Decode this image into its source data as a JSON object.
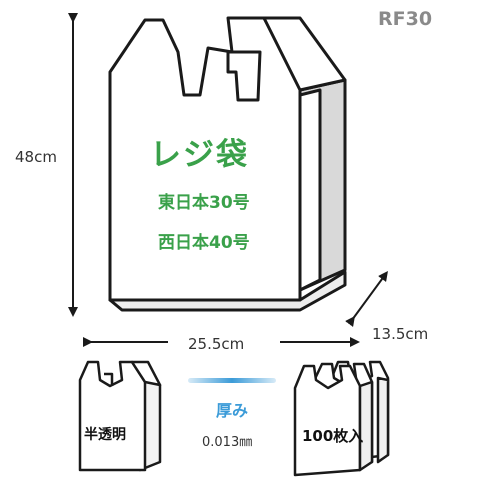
{
  "product_code": "RF30",
  "dimensions": {
    "height": "48cm",
    "width": "25.5cm",
    "depth": "13.5cm"
  },
  "bag_text": {
    "title": "レジ袋",
    "size_east": "東日本30号",
    "size_west": "西日本40号"
  },
  "features": {
    "translucent": "半透明",
    "thickness_label": "厚み",
    "thickness_value": "0.013㎜",
    "count": "100枚入"
  },
  "colors": {
    "title_green": "#3aa14a",
    "thickness_blue": "#3b9bd8",
    "outline": "#1a1a1a",
    "gusset_gray": "#d9d9d9"
  }
}
